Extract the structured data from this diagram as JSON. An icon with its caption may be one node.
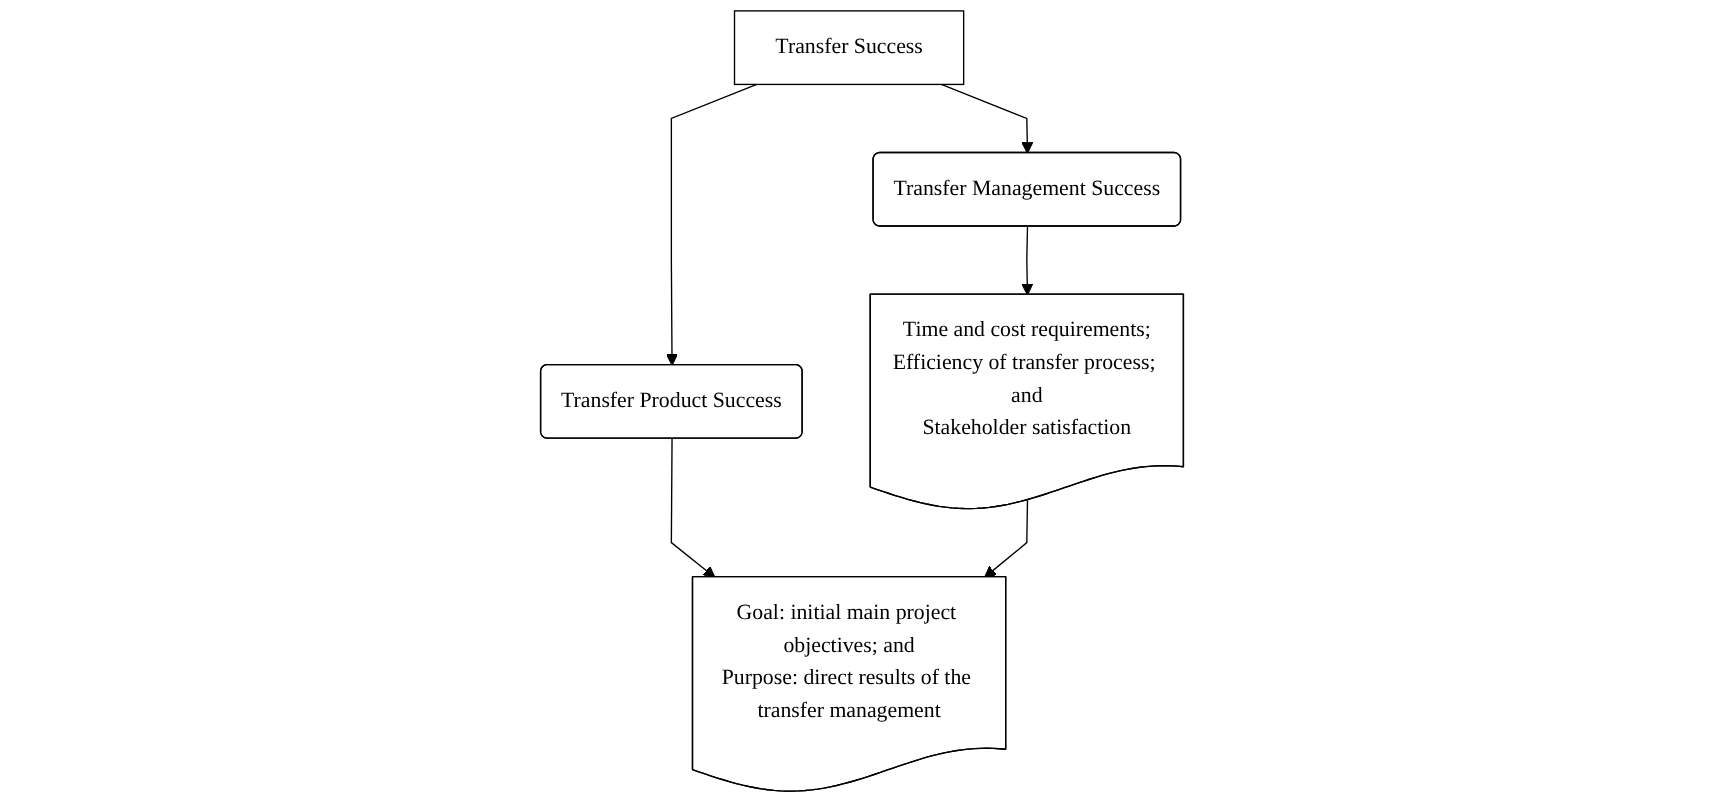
{
  "diagram": {
    "nodes": [
      {
        "text": [
          "Transfer Management Success"
        ]
      },
      {
        "text": [
          "Transfer Success"
        ]
      },
      {
        "text": [
          "Transfer Product Success"
        ]
      },
      {
        "text": [
          "Time and cost requirements;",
          "Efficiency of transfer process; and",
          "Stakeholder satisfaction"
        ]
      },
      {
        "text": [
          "Goal: initial main project objectives; and",
          "Purpose: direct results of the transfer management"
        ]
      }
    ],
    "edges": [
      {
        "from": 1,
        "to": 0,
        "arrow": "to"
      },
      {
        "from": 1,
        "to": 2,
        "arrow": "to"
      },
      {
        "from": 0,
        "to": 3,
        "arrow": "to"
      },
      {
        "from": 2,
        "to": 4,
        "arrow": "to"
      },
      {
        "from": 3,
        "to": 4,
        "arrow": "to"
      }
    ]
  }
}
